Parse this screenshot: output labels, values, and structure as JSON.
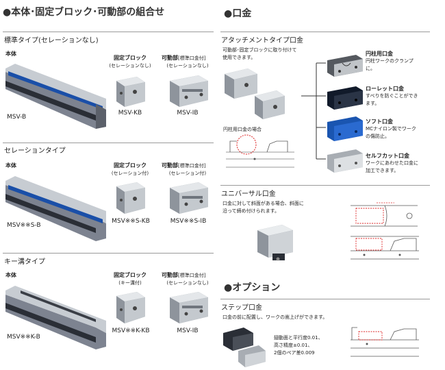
{
  "left": {
    "title": "●本体･固定ブロック･可動部の組合せ",
    "sections": [
      {
        "heading": "標準タイプ(セレーションなし)",
        "body_label": "本体",
        "body_model": "MSV-B",
        "block_label": "固定ブロック",
        "block_sub": "(セレーションなし)",
        "block_model": "MSV-KB",
        "movable_label": "可動部",
        "movable_tag": "[標準口金付]",
        "movable_sub": "(セレーションなし)",
        "movable_model": "MSV-IB"
      },
      {
        "heading": "セレーションタイプ",
        "body_label": "本体",
        "body_model": "MSV※※S-B",
        "block_label": "固定ブロック",
        "block_sub": "(セレーション付)",
        "block_model": "MSV※※S-KB",
        "movable_label": "可動部",
        "movable_tag": "[標準口金付]",
        "movable_sub": "(セレーション付)",
        "movable_model": "MSV※※S-IB"
      },
      {
        "heading": "キー溝タイプ",
        "body_label": "本体",
        "body_model": "MSV※※K-B",
        "block_label": "固定ブロック",
        "block_sub": "(キー溝付)",
        "block_model": "MSV※※K-KB",
        "movable_label": "可動部",
        "movable_tag": "[標準口金付]",
        "movable_sub": "(セレーションなし)",
        "movable_model": "MSV-IB"
      }
    ]
  },
  "right": {
    "title": "●口金",
    "attachment": {
      "heading": "アタッチメントタイプ口金",
      "desc": [
        "可動部･固定ブロックに取り付けて",
        "使用できます。"
      ],
      "cylinder_caption": "円柱用口金の場合",
      "items": [
        {
          "name": "円柱用口金",
          "desc": [
            "円柱ワークのクランプ",
            "に。"
          ],
          "color": "#3a3a3a"
        },
        {
          "name": "ローレット口金",
          "desc": [
            "すべりを防ぐことができ",
            "ます。"
          ],
          "color": "#111a2a"
        },
        {
          "name": "ソフト口金",
          "desc": [
            "MCナイロン製でワーク",
            "の傷防止。"
          ],
          "color": "#1a55b0"
        },
        {
          "name": "セルフカット口金",
          "desc": [
            "ワークにあわせた口金に",
            "加工できます。"
          ],
          "color": "#c8ccd0"
        }
      ]
    },
    "universal": {
      "heading": "ユニバーサル口金",
      "desc": [
        "口金に対して斜面がある場合、斜面に",
        "沿って締め付けられます。"
      ]
    },
    "option_title": "●オプション",
    "step": {
      "heading": "ステップ口金",
      "desc": "口金の前に配置し、ワークの嵩上げができます。",
      "specs": [
        "翅動面と平行度0.01、",
        "高さ精度±0.01、",
        "2個のペア差0.009"
      ]
    }
  },
  "colors": {
    "accent_blue": "#1a4fa8",
    "dark": "#2a2a2a",
    "steel": "#b9bec4"
  }
}
